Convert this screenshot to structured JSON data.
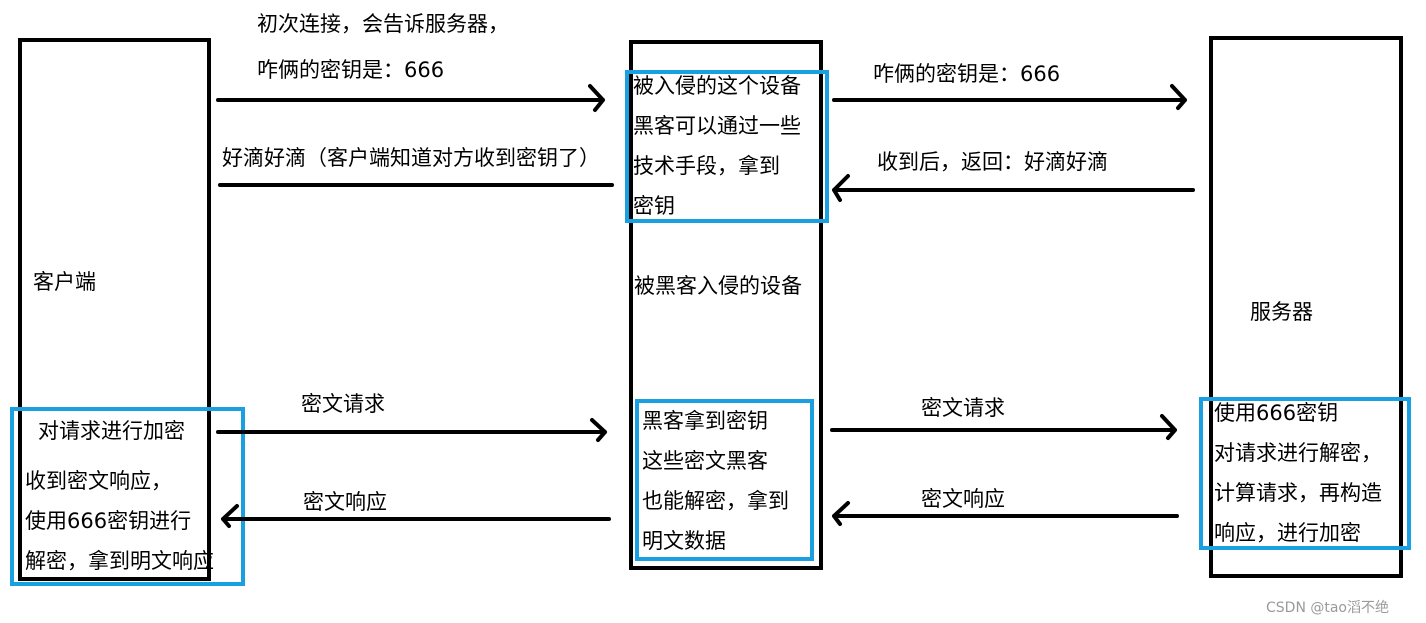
{
  "client": {
    "name": "客户端",
    "encrypt_text": "对请求进行加密",
    "response_lines": [
      "收到密文响应，",
      "使用666密钥进行",
      "解密，拿到明文响应"
    ]
  },
  "middle": {
    "name": "被黑客入侵的设备",
    "top_lines": [
      "被入侵的这个设备",
      "黑客可以通过一些",
      "技术手段，拿到",
      "密钥"
    ],
    "bottom_lines": [
      "黑客拿到密钥",
      "这些密文黑客",
      "也能解密，拿到",
      "明文数据"
    ]
  },
  "server": {
    "name": "服务器",
    "lines": [
      "使用666密钥",
      "对请求进行解密，",
      "计算请求，再构造",
      "响应，进行加密"
    ]
  },
  "arrows": {
    "left_top_1": "初次连接，会告诉服务器，",
    "left_top_2": "咋俩的密钥是：666",
    "left_reply": "好滴好滴（客户端知道对方收到密钥了）",
    "right_top": "咋俩的密钥是：666",
    "right_reply": "收到后，返回：好滴好滴",
    "left_request": "密文请求",
    "left_response": "密文响应",
    "right_request": "密文请求",
    "right_response": "密文响应"
  },
  "watermark": "CSDN @tao滔不绝",
  "colors": {
    "highlight": "#1a9fe0",
    "stroke": "#000000"
  }
}
